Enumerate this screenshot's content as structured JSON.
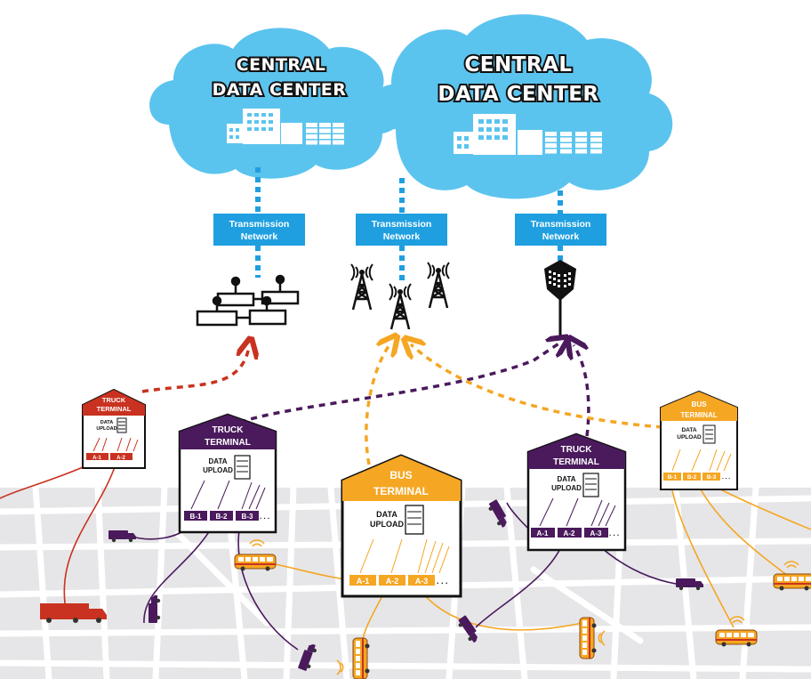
{
  "clouds": [
    {
      "title_line1": "CENTRAL",
      "title_line2": "DATA CENTER"
    },
    {
      "title_line1": "CENTRAL",
      "title_line2": "DATA CENTER"
    }
  ],
  "networks": [
    {
      "line1": "Transmission",
      "line2": "Network"
    },
    {
      "line1": "Transmission",
      "line2": "Network"
    },
    {
      "line1": "Transmission",
      "line2": "Network"
    }
  ],
  "terminals": {
    "truck_small": {
      "line1": "TRUCK",
      "line2": "TERMINAL",
      "upload1": "DATA",
      "upload2": "UPLOAD",
      "slots": [
        "A-1",
        "A-2"
      ]
    },
    "truck_left": {
      "line1": "TRUCK",
      "line2": "TERMINAL",
      "upload1": "DATA",
      "upload2": "UPLOAD",
      "slots": [
        "B-1",
        "B-2",
        "B-3"
      ],
      "dots": ". . ."
    },
    "bus_center": {
      "line1": "BUS",
      "line2": "TERMINAL",
      "upload1": "DATA",
      "upload2": "UPLOAD",
      "slots": [
        "A-1",
        "A-2",
        "A-3"
      ],
      "dots": ". . ."
    },
    "truck_right": {
      "line1": "TRUCK",
      "line2": "TERMINAL",
      "upload1": "DATA",
      "upload2": "UPLOAD",
      "slots": [
        "A-1",
        "A-2",
        "A-3"
      ],
      "dots": ". . ."
    },
    "bus_right": {
      "line1": "BUS",
      "line2": "TERMINAL",
      "upload1": "DATA",
      "upload2": "UPLOAD",
      "slots": [
        "B-1",
        "B-2",
        "B-3"
      ],
      "dots": ". . ."
    }
  },
  "colors": {
    "cloud": "#5bc4ee",
    "network": "#1f9fe0",
    "red": "#c93220",
    "purple": "#4a1a5c",
    "orange": "#f5a623",
    "map": "#e6e6e8"
  },
  "icons": [
    "server-cluster-icon",
    "cell-tower-icon",
    "satellite-antenna-icon",
    "truck-icon",
    "bus-icon",
    "wifi-icon"
  ]
}
